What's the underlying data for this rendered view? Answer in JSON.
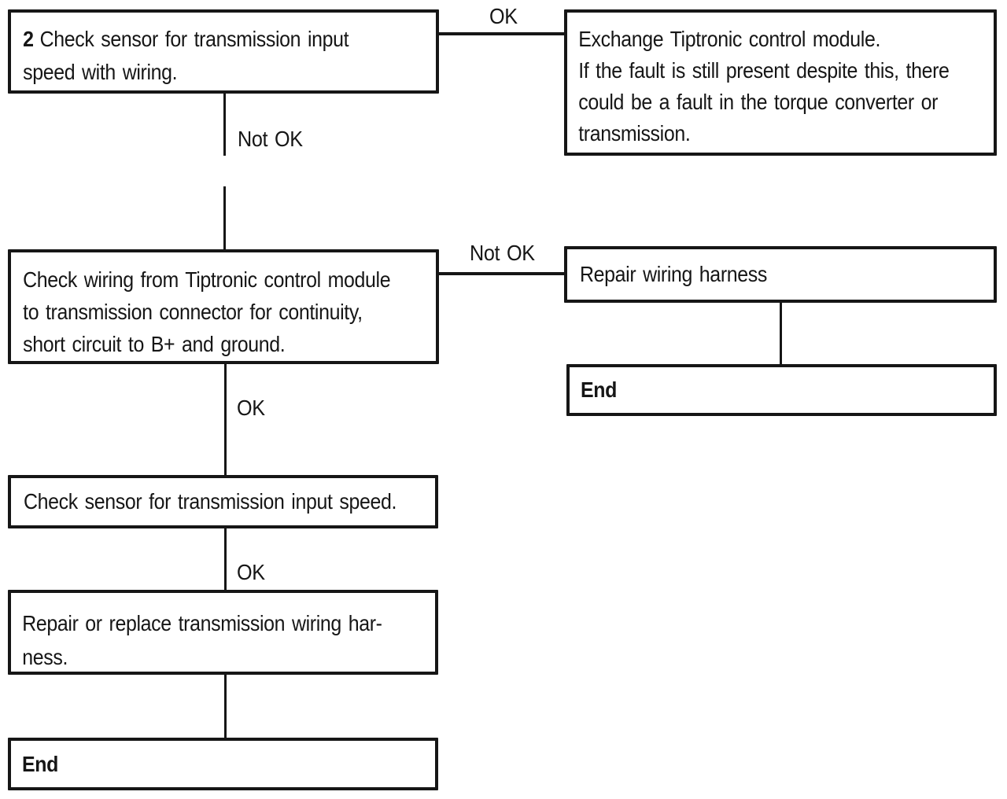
{
  "figure": {
    "type": "flowchart",
    "background_color": "#ffffff",
    "line_color": "#161616"
  },
  "nodes": {
    "check_sensor_wiring": {
      "step_number": "2",
      "line1": "Check sensor for transmission input",
      "line2": "speed with wiring."
    },
    "exchange_module": {
      "lines": [
        "Exchange Tiptronic control module.",
        "If the fault is still present despite this, there",
        "could be a fault in the torque converter or",
        "transmission."
      ]
    },
    "check_wiring": {
      "lines": [
        "Check wiring from Tiptronic control module",
        "to transmission connector for continuity,",
        "short circuit to B+ and ground."
      ]
    },
    "repair_harness": {
      "line1": "Repair wiring harness"
    },
    "end_right": {
      "label": "End"
    },
    "check_sensor": {
      "line1": "Check sensor for transmission input speed."
    },
    "repair_replace": {
      "line1": "Repair or replace transmission wiring har-",
      "line2": "ness."
    },
    "end_bottom": {
      "label": "End"
    }
  },
  "edges": {
    "ok_top": "OK",
    "not_ok_left": "Not OK",
    "not_ok_right": "Not OK",
    "ok_mid": "OK",
    "ok_lower": "OK"
  }
}
